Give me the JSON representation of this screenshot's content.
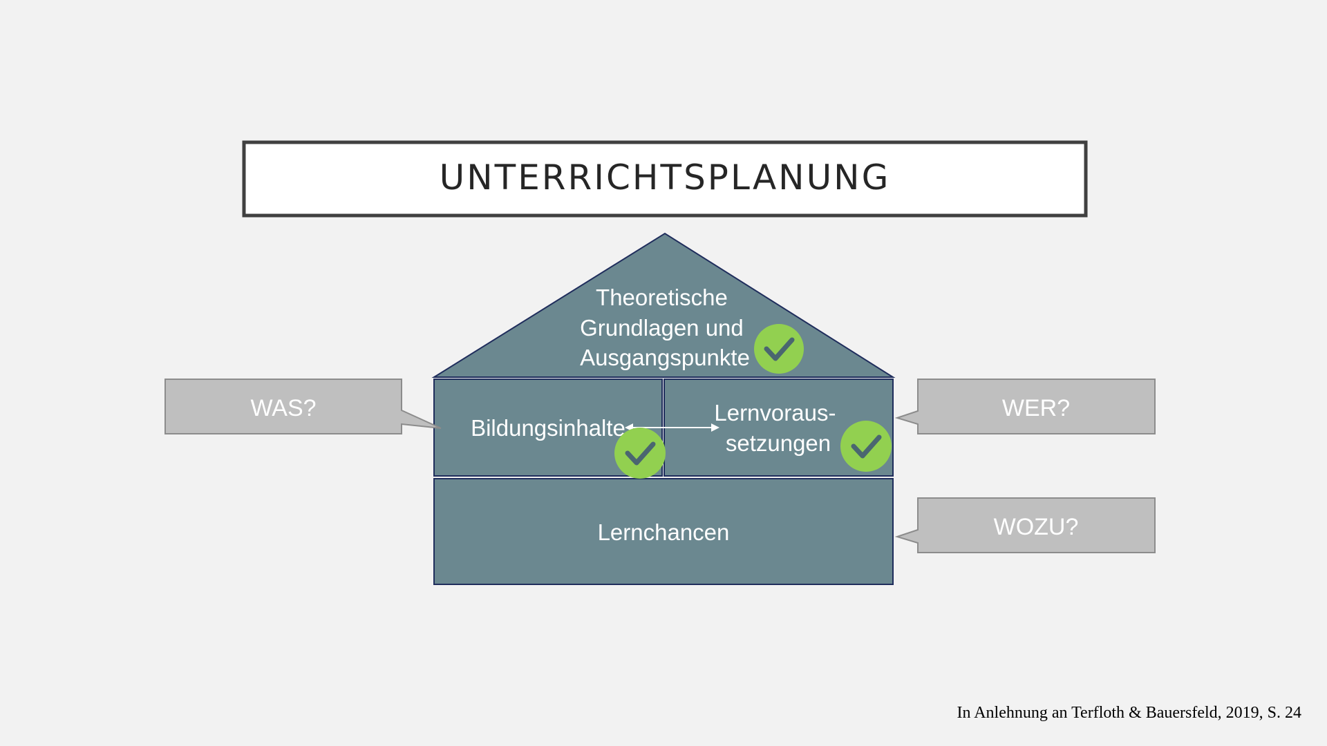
{
  "title": "UNTERRICHTSPLANUNG",
  "house": {
    "roof": {
      "lines": [
        "Theoretische",
        "Grundlagen und",
        "Ausgangspunkte"
      ],
      "checked": true
    },
    "left_room": {
      "label": "Bildungsinhalte",
      "checked": true
    },
    "right_room": {
      "lines": [
        "Lernvoraus-",
        "setzungen"
      ],
      "checked": true
    },
    "foundation": {
      "label": "Lernchancen"
    },
    "connector": "double-arrow"
  },
  "callouts": {
    "was": "WAS?",
    "wer": "WER?",
    "wozu": "WOZU?"
  },
  "source": "In Anlehnung an Terfloth & Bauersfeld, 2019, S. 24",
  "colors": {
    "background": "#f2f2f2",
    "house_fill": "#6b8890",
    "house_stroke": "#1f2d5c",
    "callout_fill": "#bfbfbf",
    "callout_stroke": "#8c8c8c",
    "check_fill": "#92d050",
    "check_mark": "#4a6670",
    "title_border": "#404040"
  },
  "icons": {
    "check": "check-circle-icon",
    "arrow": "double-arrow-icon"
  }
}
